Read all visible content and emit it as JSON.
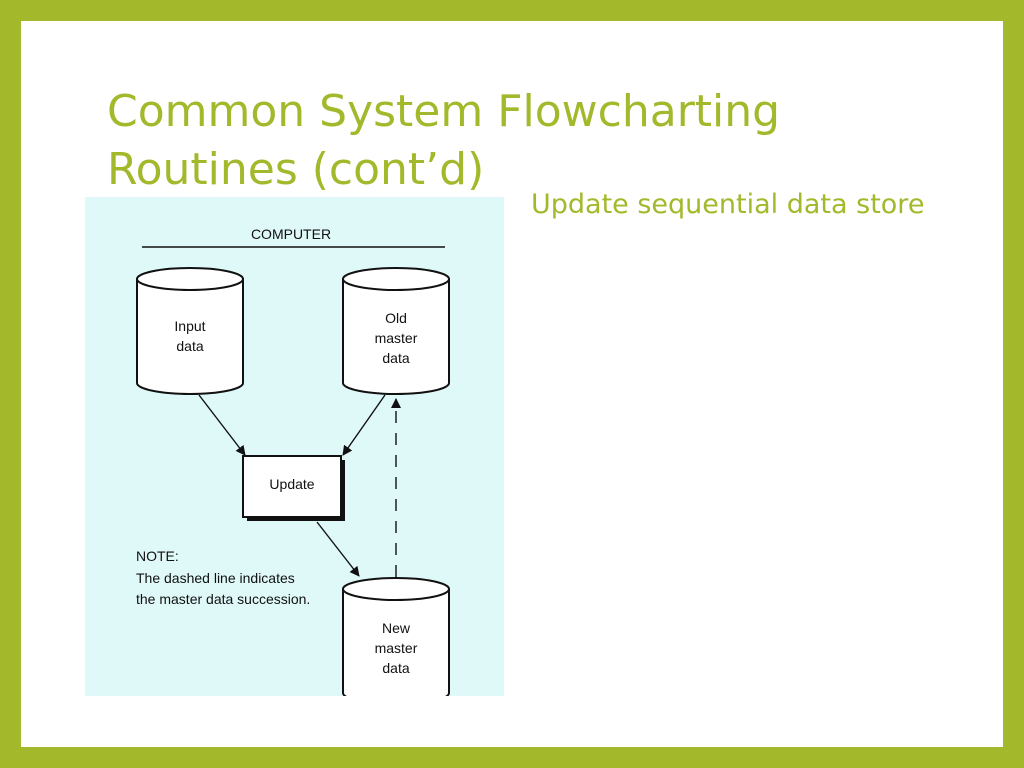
{
  "slide": {
    "title_line1": "Common System Flowcharting",
    "title_line2": "Routines (cont’d)",
    "caption": "Update sequential data store"
  },
  "diagram": {
    "header": "COMPUTER",
    "input_store": [
      "Input",
      "data"
    ],
    "old_master_store": [
      "Old",
      "master",
      "data"
    ],
    "process": "Update",
    "new_master_store": [
      "New",
      "master",
      "data"
    ],
    "note": [
      "NOTE:",
      "The dashed line indicates",
      "the master data succession."
    ]
  },
  "colors": {
    "frame": "#a3b82a",
    "accent_text": "#a3b82a",
    "figure_background": "#dff8f8"
  }
}
